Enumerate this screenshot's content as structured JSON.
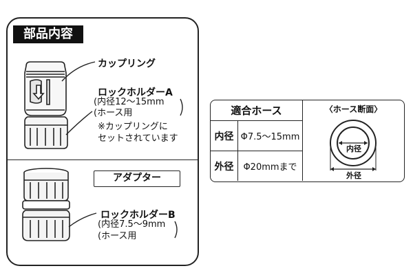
{
  "parts": {
    "title": "部品内容",
    "coupling": "カップリング",
    "lock_a": {
      "name": "ロックホルダーA",
      "lines": [
        "(内径12～15mm",
        "(ホース用",
        "※カップリングに",
        "セットされています"
      ]
    },
    "adapter": "アダプター",
    "lock_b": {
      "name": "ロックホルダーB",
      "lines": [
        "(内径7.5～9mm",
        "(ホース用"
      ]
    }
  },
  "spec": {
    "header": "適合ホース",
    "rows": [
      {
        "label": "内径",
        "value": "Φ7.5～15mm"
      },
      {
        "label": "外径",
        "value": "Φ20mmまで"
      }
    ],
    "section": {
      "title": "〈ホース断面〉",
      "inner_label": "内径",
      "outer_label": "外径"
    }
  }
}
